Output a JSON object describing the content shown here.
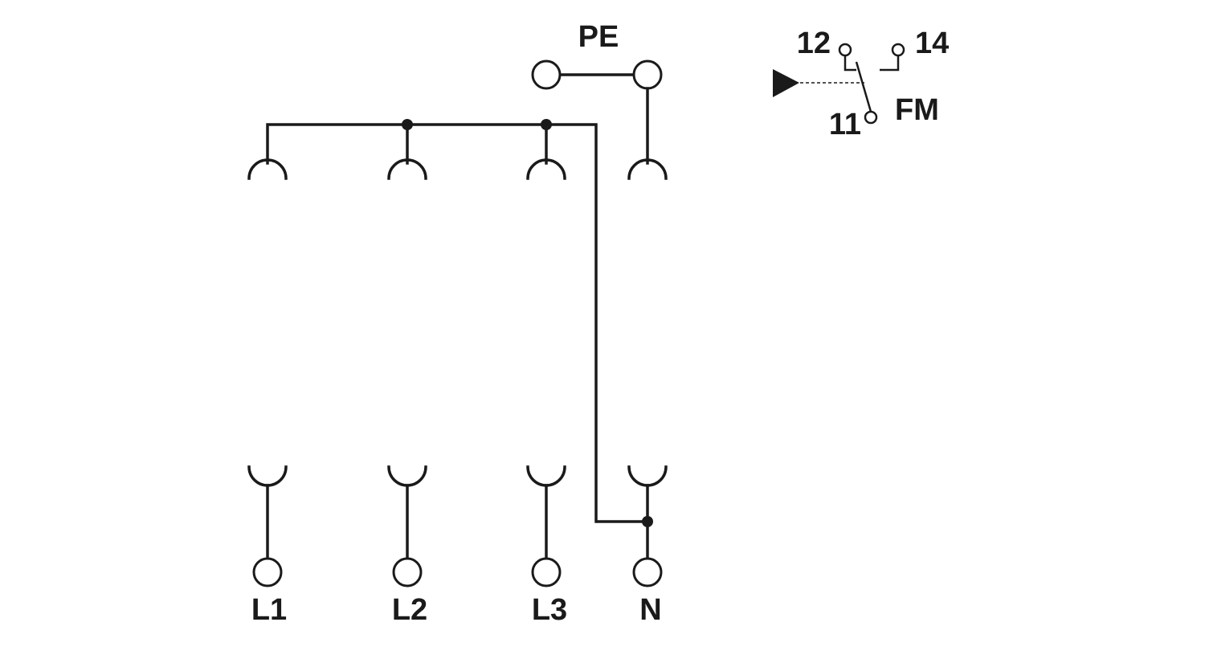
{
  "labels": {
    "pe": "PE",
    "l1": "L1",
    "l2": "L2",
    "l3": "L3",
    "n": "N",
    "fm": "FM",
    "contact_11": "11",
    "contact_12": "12",
    "contact_14": "14"
  },
  "colors": {
    "line": "#1a1a1a",
    "background": "#ffffff"
  }
}
